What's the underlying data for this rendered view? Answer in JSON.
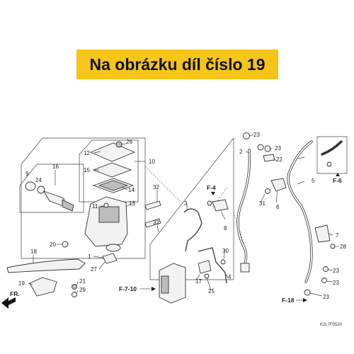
{
  "banner": {
    "text": "Na obrázku díl číslo 19",
    "background": "#f5c518"
  },
  "diagram": {
    "code": "K2L7F0520",
    "part_numbers": [
      "1",
      "2",
      "3",
      "4",
      "5",
      "6",
      "7",
      "8",
      "9",
      "10",
      "11",
      "12",
      "13",
      "14",
      "15",
      "16",
      "17",
      "18",
      "19",
      "20",
      "21",
      "22",
      "23",
      "24",
      "25",
      "26",
      "27",
      "28",
      "29",
      "30",
      "31",
      "32"
    ],
    "section_refs": [
      "F-4",
      "F-6",
      "F-7-10",
      "F-18",
      "FR."
    ]
  }
}
